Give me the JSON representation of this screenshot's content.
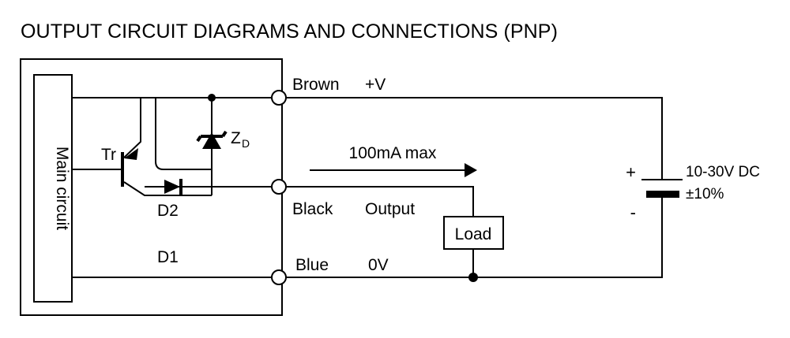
{
  "page": {
    "title": "OUTPUT CIRCUIT DIAGRAMS AND CONNECTIONS (PNP)",
    "background_color": "#ffffff",
    "line_color": "#000000"
  },
  "blocks": {
    "main_circuit_label": "Main circuit",
    "load_label": "Load"
  },
  "components": {
    "transistor_label": "Tr",
    "zener_label": "Z",
    "zener_sub": "D",
    "diode_d2_label": "D2",
    "diode_d1_label": "D1"
  },
  "terminals": [
    {
      "wire_color": "Brown",
      "function": "+V"
    },
    {
      "wire_color": "Black",
      "function": "Output"
    },
    {
      "wire_color": "Blue",
      "function": "0V"
    }
  ],
  "annotations": {
    "current_rating": "100mA max"
  },
  "supply": {
    "plus_sign": "+",
    "minus_sign": "-",
    "voltage": "10-30V DC",
    "tolerance": "±10%"
  }
}
